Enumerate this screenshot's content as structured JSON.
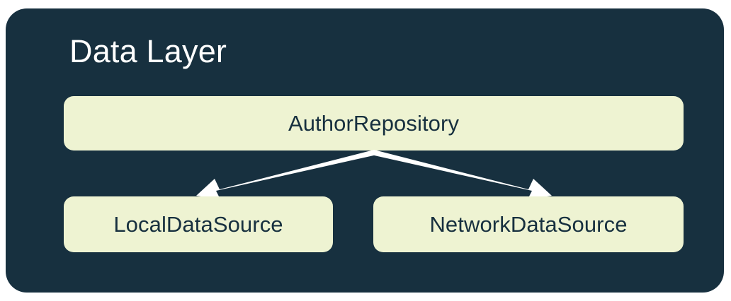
{
  "diagram": {
    "type": "architecture-layer-diagram",
    "title": "Data Layer",
    "colors": {
      "panel_background": "#17303f",
      "node_fill": "#eef3d2",
      "node_text": "#17303f",
      "title_text": "#ffffff",
      "arrow": "#ffffff",
      "page_background": "#ffffff"
    },
    "nodes": [
      {
        "id": "repository",
        "label": "AuthorRepository",
        "row": 1
      },
      {
        "id": "local",
        "label": "LocalDataSource",
        "row": 2
      },
      {
        "id": "network",
        "label": "NetworkDataSource",
        "row": 2
      }
    ],
    "edges": [
      {
        "from": "repository",
        "to": "local",
        "style": "solid-arrow",
        "direction": "down-left"
      },
      {
        "from": "repository",
        "to": "network",
        "style": "solid-arrow",
        "direction": "down-right"
      }
    ]
  }
}
